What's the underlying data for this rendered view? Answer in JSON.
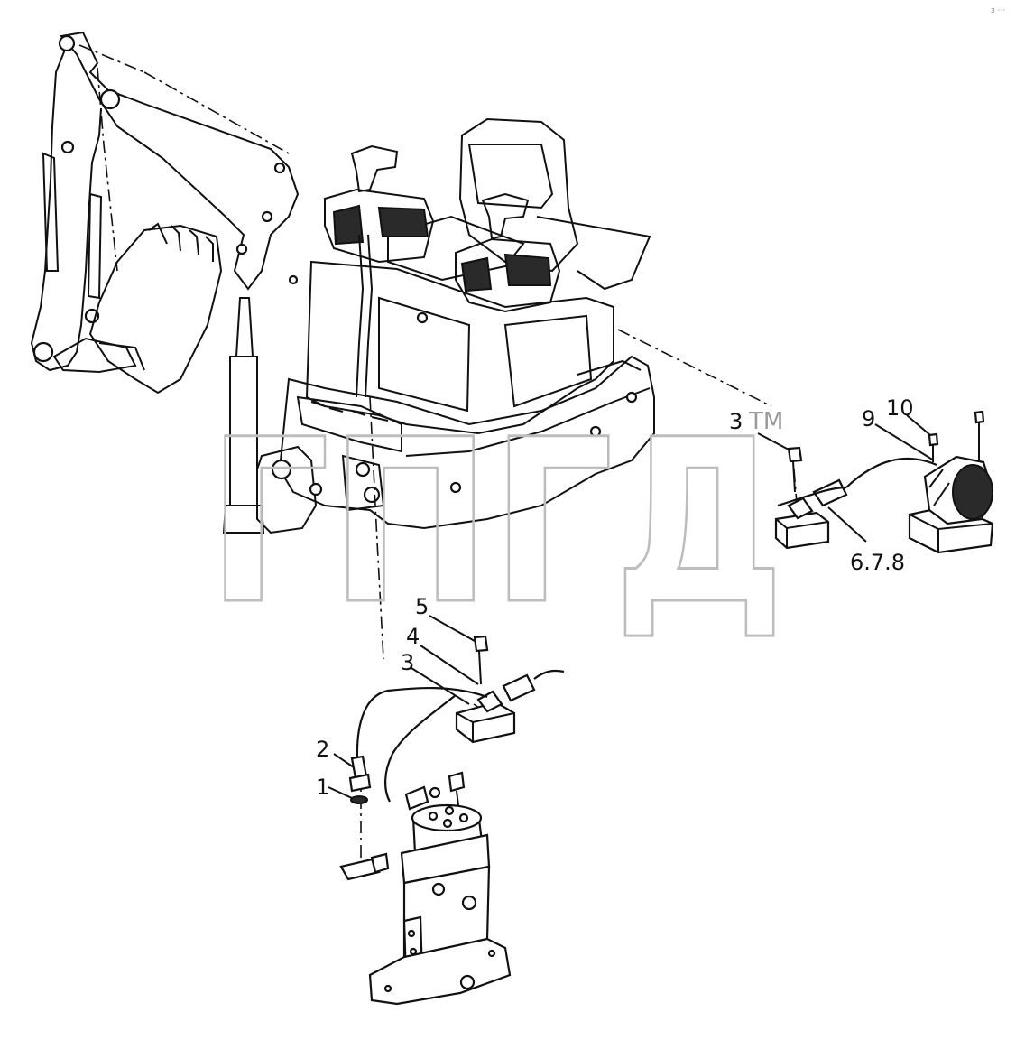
{
  "watermark": {
    "text": "ГПГД",
    "trademark": "TM"
  },
  "corner_mark": "з ···",
  "callouts": [
    {
      "id": "1",
      "label": "1"
    },
    {
      "id": "2",
      "label": "2"
    },
    {
      "id": "3a",
      "label": "3"
    },
    {
      "id": "3b",
      "label": "3"
    },
    {
      "id": "4",
      "label": "4"
    },
    {
      "id": "5",
      "label": "5"
    },
    {
      "id": "678",
      "label": "6.7.8"
    },
    {
      "id": "9",
      "label": "9"
    },
    {
      "id": "10",
      "label": "10"
    }
  ],
  "colors": {
    "line": "#111111",
    "watermark": "#bdbdbd",
    "background": "#ffffff"
  },
  "icons": [
    "excavator-drawing",
    "swivel-joint-drawing",
    "beeper-drawing",
    "pressure-switch-drawing"
  ]
}
